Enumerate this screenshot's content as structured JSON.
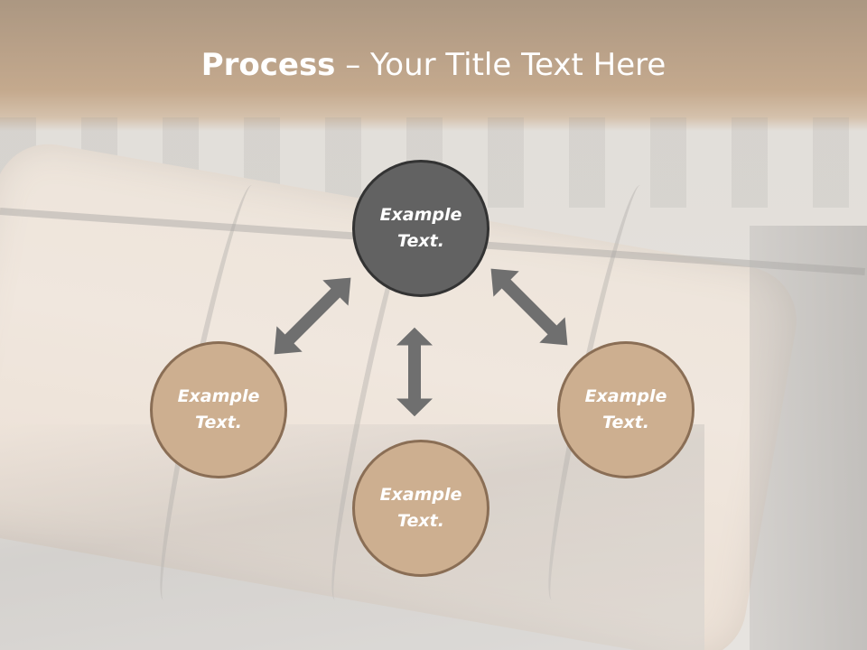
{
  "slide": {
    "title_strong": "Process",
    "title_rest": " – Your Title Text Here"
  },
  "nodes": {
    "center": "Example\nText.",
    "left": "Example\nText.",
    "bottom": "Example\nText.",
    "right": "Example\nText."
  },
  "colors": {
    "header": "#b0885f",
    "center_fill": "#626262",
    "center_border": "#333333",
    "node_fill": "#cdaf90",
    "node_border": "#8a6e55",
    "arrow": "#6f6f6f"
  },
  "icons": {
    "arrow_left": "double-headed-arrow-diagonal",
    "arrow_bottom": "double-headed-arrow-vertical",
    "arrow_right": "double-headed-arrow-diagonal"
  }
}
